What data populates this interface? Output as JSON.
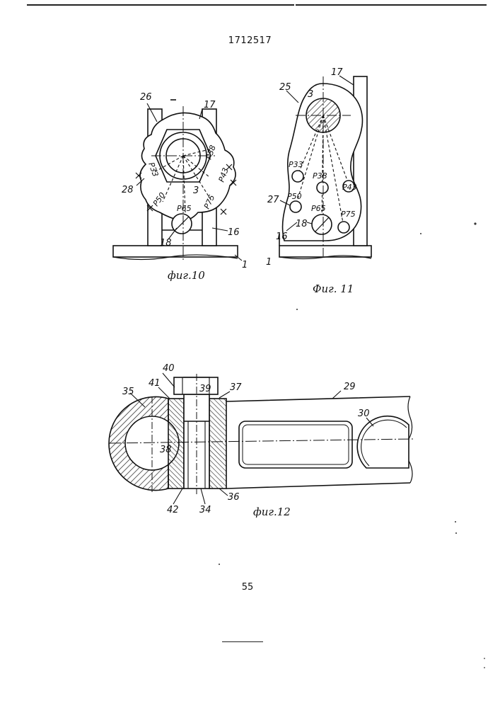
{
  "header": {
    "document_number": "1712517"
  },
  "fig10": {
    "caption": "фиг.10",
    "labels": {
      "l26": "26",
      "l17": "17",
      "l28": "28",
      "l3": "3",
      "l18": "18",
      "l16": "16",
      "l1": "1",
      "p33": "P33",
      "p38": "P38",
      "p43": "P43",
      "p50": "P50",
      "p65": "P65",
      "p75": "P75"
    }
  },
  "fig11": {
    "caption": "Фиг. 11",
    "labels": {
      "l25": "25",
      "l3": "3",
      "l17": "17",
      "l27": "27",
      "l16": "16",
      "l1": "1",
      "l18": "18",
      "p33": "P33",
      "p38": "P38",
      "p43": "P43",
      "p50": "P50",
      "p65": "P65",
      "p75": "P75"
    }
  },
  "fig12": {
    "caption": "фиг.12",
    "labels": {
      "l40": "40",
      "l41": "41",
      "l39": "39",
      "l37": "37",
      "l35": "35",
      "l38": "38",
      "l29": "29",
      "l30": "30",
      "l42": "42",
      "l34": "34",
      "l36": "36"
    }
  },
  "footer": {
    "page_number": "55"
  }
}
